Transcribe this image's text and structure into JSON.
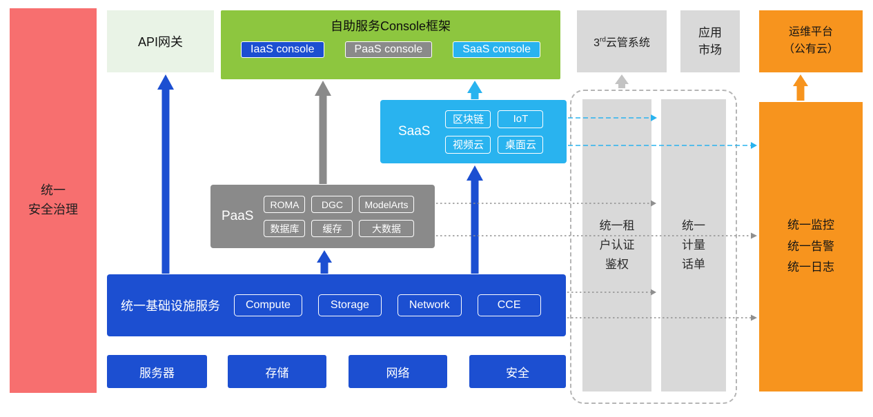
{
  "colors": {
    "blue": "#1c4fd1",
    "green": "#8dc63f",
    "light_green": "#e9f3e6",
    "cyan": "#29b3ef",
    "gray_box": "#8a8a8a",
    "gray_bar": "#d9d9d9",
    "orange": "#f7941e",
    "red": "#f76f6f"
  },
  "security_bar": {
    "label": "统一\n安全治理"
  },
  "api_gateway": {
    "label": "API网关"
  },
  "console_framework": {
    "title": "自助服务Console框架",
    "consoles": [
      {
        "label": "IaaS console"
      },
      {
        "label": "PaaS console"
      },
      {
        "label": "SaaS console"
      }
    ]
  },
  "third_party_cloud": {
    "num": "3",
    "sup": "rd",
    "name": "云管系统"
  },
  "app_market": {
    "label": "应用\n市场"
  },
  "om_platform": {
    "label": "运维平台\n（公有云）"
  },
  "saas": {
    "label": "SaaS",
    "chips": [
      "区块链",
      "IoT",
      "视频云",
      "桌面云"
    ]
  },
  "paas": {
    "label": "PaaS",
    "chips": [
      "ROMA",
      "DGC",
      "ModelArts",
      "数据库",
      "缓存",
      "大数据"
    ]
  },
  "iaas": {
    "label": "统一基础设施服务",
    "chips": [
      "Compute",
      "Storage",
      "Network",
      "CCE"
    ]
  },
  "hardware": {
    "items": [
      "服务器",
      "存储",
      "网络",
      "安全"
    ]
  },
  "auth_bar": {
    "label": "统一租\n户认证\n鉴权"
  },
  "billing_bar": {
    "label": "统一\n计量\n话单"
  },
  "monitor_bar": {
    "label": "统一监控\n统一告警\n统一日志"
  }
}
